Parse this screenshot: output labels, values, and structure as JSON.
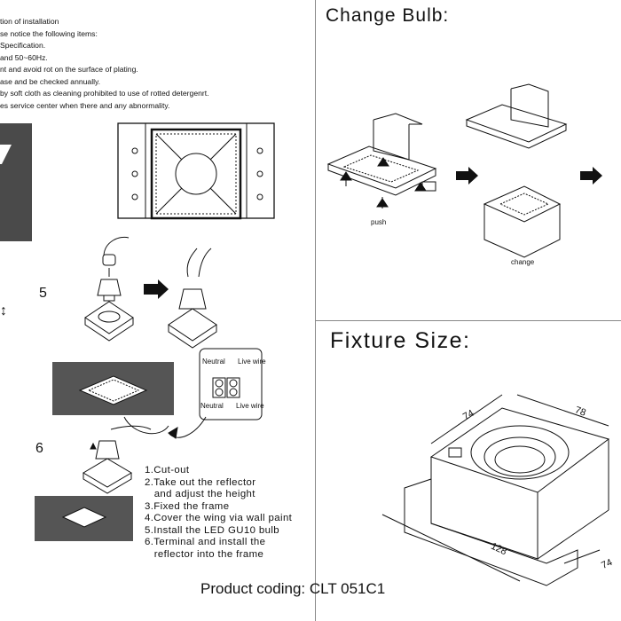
{
  "left": {
    "install_notes": [
      "tion of installation",
      "se notice the following items:",
      "Specification.",
      "and 50~60Hz.",
      "nt and avoid rot on the surface of plating.",
      "ase and be checked annually.",
      " by soft cloth as cleaning prohibited to use of rotted detergenrt.",
      "es service center when there and any abnormality."
    ],
    "step5_label": "5",
    "step6_label": "6",
    "arrow_glyph": "↕",
    "wiring": {
      "neutral_top": "Neutral",
      "live_top": "Live wire",
      "neutral_bottom": "Neutral",
      "live_bottom": "Live wire"
    },
    "steps": [
      "1.Cut-out",
      "2.Take out the reflector",
      "   and adjust the height",
      "3.Fixed the frame",
      "4.Cover the wing via wall paint",
      "5.Install the LED GU10 bulb",
      "6.Terminal and install the",
      "   reflector into the frame"
    ]
  },
  "change_bulb": {
    "title": "Change Bulb:",
    "push_label": "push",
    "change_label": "change"
  },
  "fixture_size": {
    "title": "Fixture Size:",
    "dim_width_top": "74",
    "dim_depth_top": "78",
    "dim_length": "128",
    "dim_side": "74"
  },
  "footer": {
    "product_coding": "Product coding: CLT 051C1"
  }
}
